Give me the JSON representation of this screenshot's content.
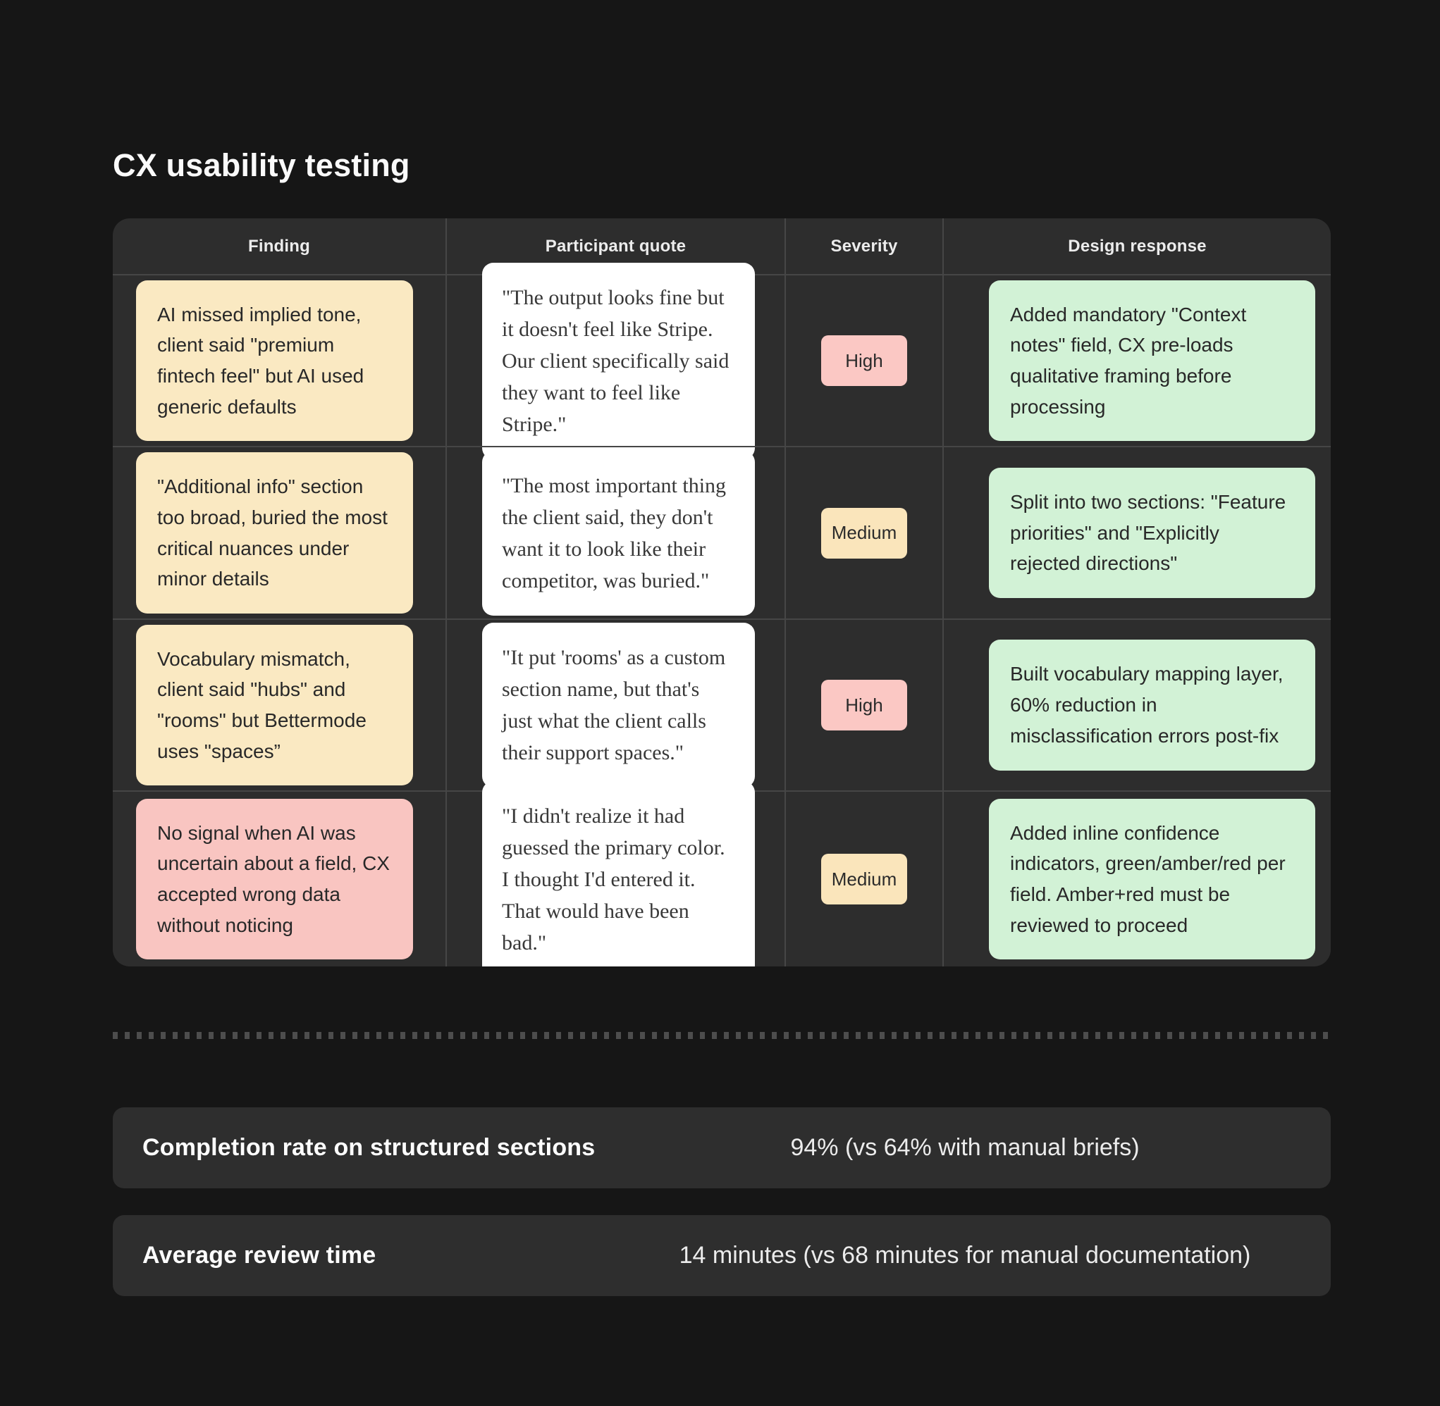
{
  "page": {
    "title": "CX usability testing"
  },
  "colors": {
    "page_background": "#161616",
    "card_background": "#2d2d2d",
    "grid_line": "#464646",
    "finding_yellow": "#FAE9C2",
    "finding_pink": "#F9C5C1",
    "quote_white": "#FFFFFF",
    "response_green": "#D2F2D6",
    "badge_high_pink": "#FBC8C4",
    "badge_medium_yellow": "#FAE5BB"
  },
  "table": {
    "columns": [
      "Finding",
      "Participant quote",
      "Severity",
      "Design response"
    ],
    "rows": [
      {
        "finding": "AI missed implied tone, client said \"premium fintech feel\" but AI used generic defaults",
        "finding_tone": "yellow",
        "quote": "\"The output looks fine but it doesn't feel like Stripe. Our client specifically said they want to feel like Stripe.\"",
        "severity": "High",
        "severity_tone": "high",
        "response": "Added mandatory \"Context notes\" field, CX pre-loads qualitative framing before processing"
      },
      {
        "finding": "\"Additional info\" section too broad, buried the most critical nuances under minor details",
        "finding_tone": "yellow",
        "quote": "\"The most important thing the client said, they don't want it to look like their competitor, was buried.\"",
        "severity": "Medium",
        "severity_tone": "medium",
        "response": "Split into two sections: \"Feature priorities\" and \"Explicitly rejected directions\""
      },
      {
        "finding": "Vocabulary mismatch, client said \"hubs\" and \"rooms\" but Bettermode uses \"spaces”",
        "finding_tone": "yellow",
        "quote": "\"It put 'rooms' as a custom section name, but that's just what the client calls their support spaces.\"",
        "severity": "High",
        "severity_tone": "high",
        "response": "Built vocabulary mapping layer, 60% reduction in misclassification errors post-fix"
      },
      {
        "finding": "No signal when AI was uncertain about a field, CX accepted wrong data without noticing",
        "finding_tone": "pink",
        "quote": "\"I didn't realize it had guessed the primary color. I thought I'd entered it. That would have been bad.\"",
        "severity": "Medium",
        "severity_tone": "medium",
        "response": "Added inline confidence indicators, green/amber/red per field. Amber+red must be reviewed to proceed"
      }
    ]
  },
  "stats": [
    {
      "label": "Completion rate on structured sections",
      "value": "94% (vs 64% with manual briefs)"
    },
    {
      "label": "Average review time",
      "value": "14 minutes (vs 68 minutes for manual documentation)"
    }
  ]
}
